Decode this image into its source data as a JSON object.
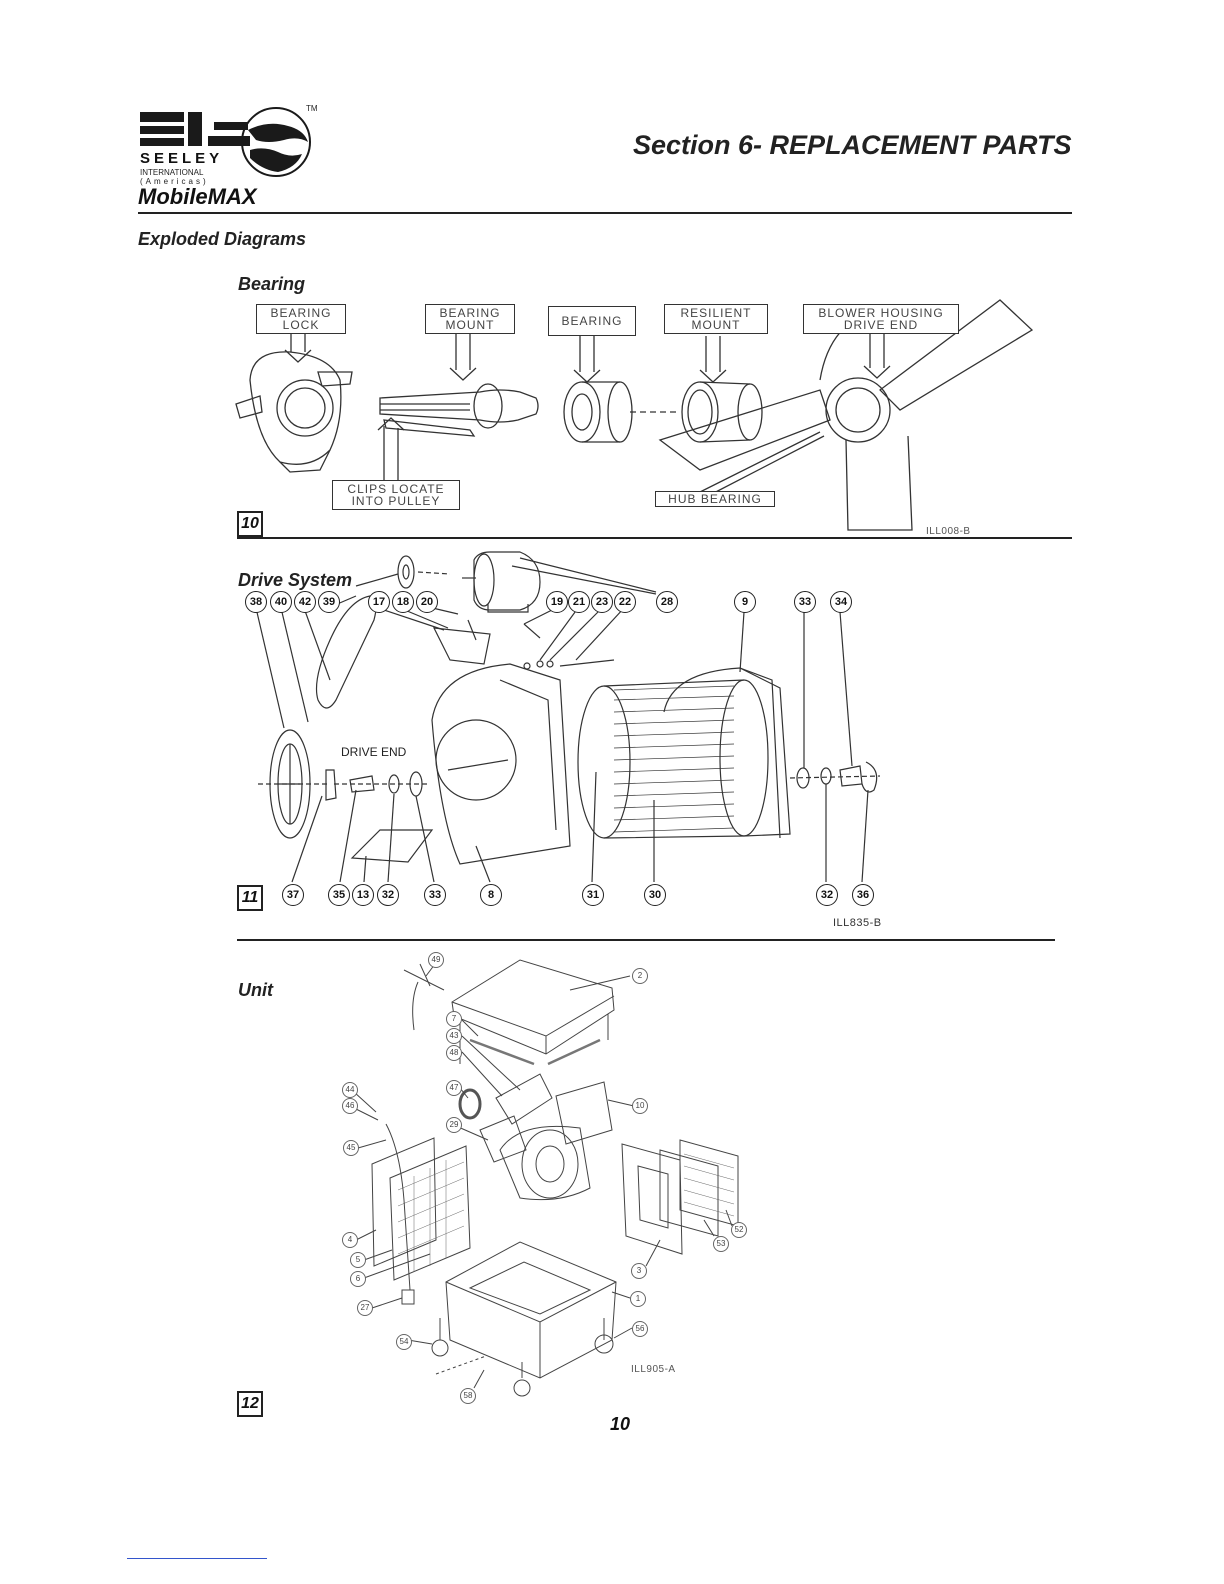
{
  "header": {
    "brand_mark": "SIR",
    "brand_name": "SEELEY",
    "brand_line2": "INTERNATIONAL",
    "brand_line3": "(Americas)",
    "trademark": "TM",
    "model": "MobileMAX",
    "section_title": "Section 6- REPLACEMENT PARTS"
  },
  "subtitle": "Exploded Diagrams",
  "fig10": {
    "heading": "Bearing",
    "number": "10",
    "code": "ILL008-B",
    "labels": {
      "bearing_lock": "BEARING\nLOCK",
      "bearing_mount": "BEARING\nMOUNT",
      "bearing": "BEARING",
      "resilient_mount": "RESILIENT\nMOUNT",
      "blower_housing": "BLOWER HOUSING\nDRIVE END",
      "clips": "CLIPS LOCATE\nINTO PULLEY",
      "hub_bearing": "HUB BEARING"
    }
  },
  "fig11": {
    "heading": "Drive System",
    "number": "11",
    "code": "ILL835-B",
    "drive_end": "DRIVE END",
    "callouts_top": [
      "38",
      "40",
      "42",
      "39",
      "17",
      "18",
      "20",
      "19",
      "21",
      "23",
      "22",
      "28",
      "9",
      "33",
      "34"
    ],
    "callouts_bottom": [
      "37",
      "35",
      "13",
      "32",
      "33",
      "8",
      "31",
      "30",
      "32",
      "36"
    ]
  },
  "fig12": {
    "heading": "Unit",
    "number": "12",
    "code": "ILL905-A",
    "callouts": [
      "49",
      "2",
      "7",
      "43",
      "48",
      "44",
      "46",
      "47",
      "29",
      "10",
      "45",
      "4",
      "5",
      "6",
      "27",
      "3",
      "53",
      "52",
      "1",
      "54",
      "56",
      "58"
    ]
  },
  "page_number": "10"
}
